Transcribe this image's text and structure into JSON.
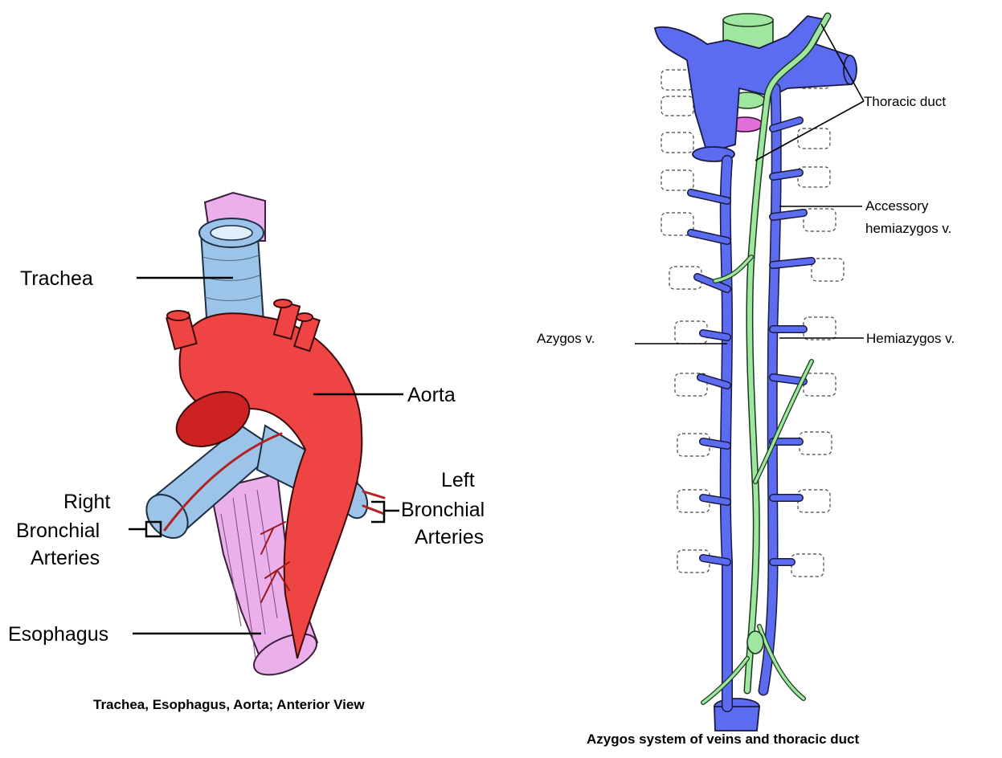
{
  "left_figure": {
    "caption": "Trachea, Esophagus, Aorta; Anterior View",
    "labels": {
      "trachea": "Trachea",
      "aorta": "Aorta",
      "right_bronchial": [
        "Right",
        "Bronchial",
        "Arteries"
      ],
      "left_bronchial": [
        "Left",
        "Bronchial",
        "Arteries"
      ],
      "esophagus": "Esophagus"
    },
    "colors": {
      "trachea": "#9cc4e8",
      "esophagus": "#ebb0ec",
      "aorta": "#ee4444"
    }
  },
  "right_figure": {
    "caption": "Azygos system of veins and thoracic duct",
    "labels": {
      "thoracic_duct": "Thoracic duct",
      "accessory_hemiazygos": [
        "Accessory",
        "hemiazygos v."
      ],
      "azygos": "Azygos v.",
      "hemiazygos": "Hemiazygos v."
    },
    "colors": {
      "veins": "#5b6cf0",
      "thoracic_duct": "#9fe6a0"
    }
  }
}
